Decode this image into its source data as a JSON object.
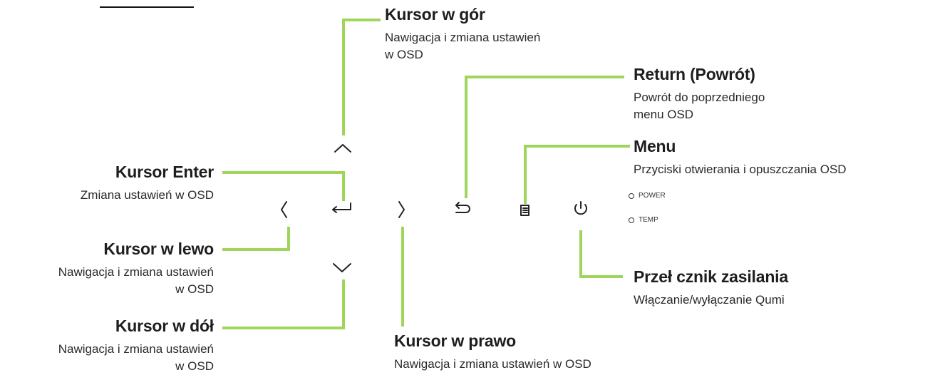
{
  "colors": {
    "connector": "#9ed55b",
    "icon": "#222222",
    "text": "#2a2a2a"
  },
  "buttons": [
    {
      "id": "up",
      "icon": "chevron-up-icon"
    },
    {
      "id": "left",
      "icon": "chevron-left-icon"
    },
    {
      "id": "enter",
      "icon": "enter-icon"
    },
    {
      "id": "right",
      "icon": "chevron-right-icon"
    },
    {
      "id": "down",
      "icon": "chevron-down-icon"
    },
    {
      "id": "return",
      "icon": "return-icon"
    },
    {
      "id": "menu",
      "icon": "menu-icon"
    },
    {
      "id": "power",
      "icon": "power-icon"
    }
  ],
  "leds": {
    "power": "POWER",
    "temp": "TEMP"
  },
  "labels": {
    "up": {
      "title": "Kursor w gór",
      "desc1": "Nawigacja i zmiana ustawień",
      "desc2": "w OSD"
    },
    "return": {
      "title": "Return (Powrót)",
      "desc1": "Powrót do poprzedniego",
      "desc2": "menu OSD"
    },
    "menu": {
      "title": "Menu",
      "desc1": "Przyciski otwierania i opuszczania OSD"
    },
    "enter": {
      "title": "Kursor Enter",
      "desc1": "Zmiana ustawień w OSD"
    },
    "left": {
      "title": "Kursor w lewo",
      "desc1": "Nawigacja i zmiana ustawień",
      "desc2": "w OSD"
    },
    "down": {
      "title": "Kursor w dół",
      "desc1": "Nawigacja i zmiana ustawień",
      "desc2": "w OSD"
    },
    "right": {
      "title": "Kursor w prawo",
      "desc1": "Nawigacja i zmiana ustawień w OSD"
    },
    "power": {
      "title": "Przeł cznik zasilania",
      "desc1": "Włączanie/wyłączanie Qumi"
    }
  }
}
